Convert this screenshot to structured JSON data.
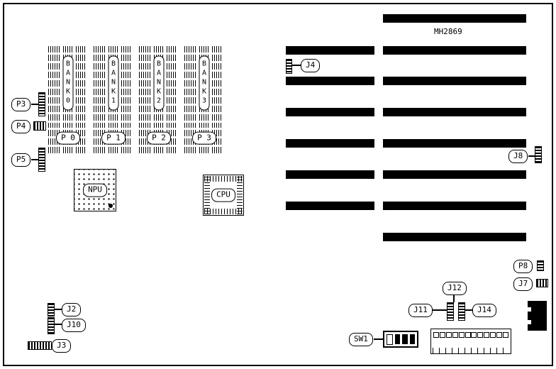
{
  "board": {
    "model": "MH2869"
  },
  "memory": {
    "banks": [
      {
        "label": "BANK0"
      },
      {
        "label": "BANK1"
      },
      {
        "label": "BANK2"
      },
      {
        "label": "BANK3"
      }
    ],
    "chip_rows": [
      {
        "label": "P 0"
      },
      {
        "label": "P 1"
      },
      {
        "label": "P 2"
      },
      {
        "label": "P 3"
      }
    ]
  },
  "chips": {
    "npu_label": "NPU",
    "cpu_label": "CPU"
  },
  "connectors": {
    "p3": "P3",
    "p4": "P4",
    "p5": "P5",
    "j4": "J4",
    "j8": "J8",
    "p8": "P8",
    "j7": "J7",
    "j2": "J2",
    "j10": "J10",
    "j3": "J3",
    "j11": "J11",
    "j12": "J12",
    "j14": "J14"
  },
  "switch": {
    "sw1_label": "SW1"
  },
  "slots": {
    "left_column_count": 6,
    "right_column_count": 8
  }
}
